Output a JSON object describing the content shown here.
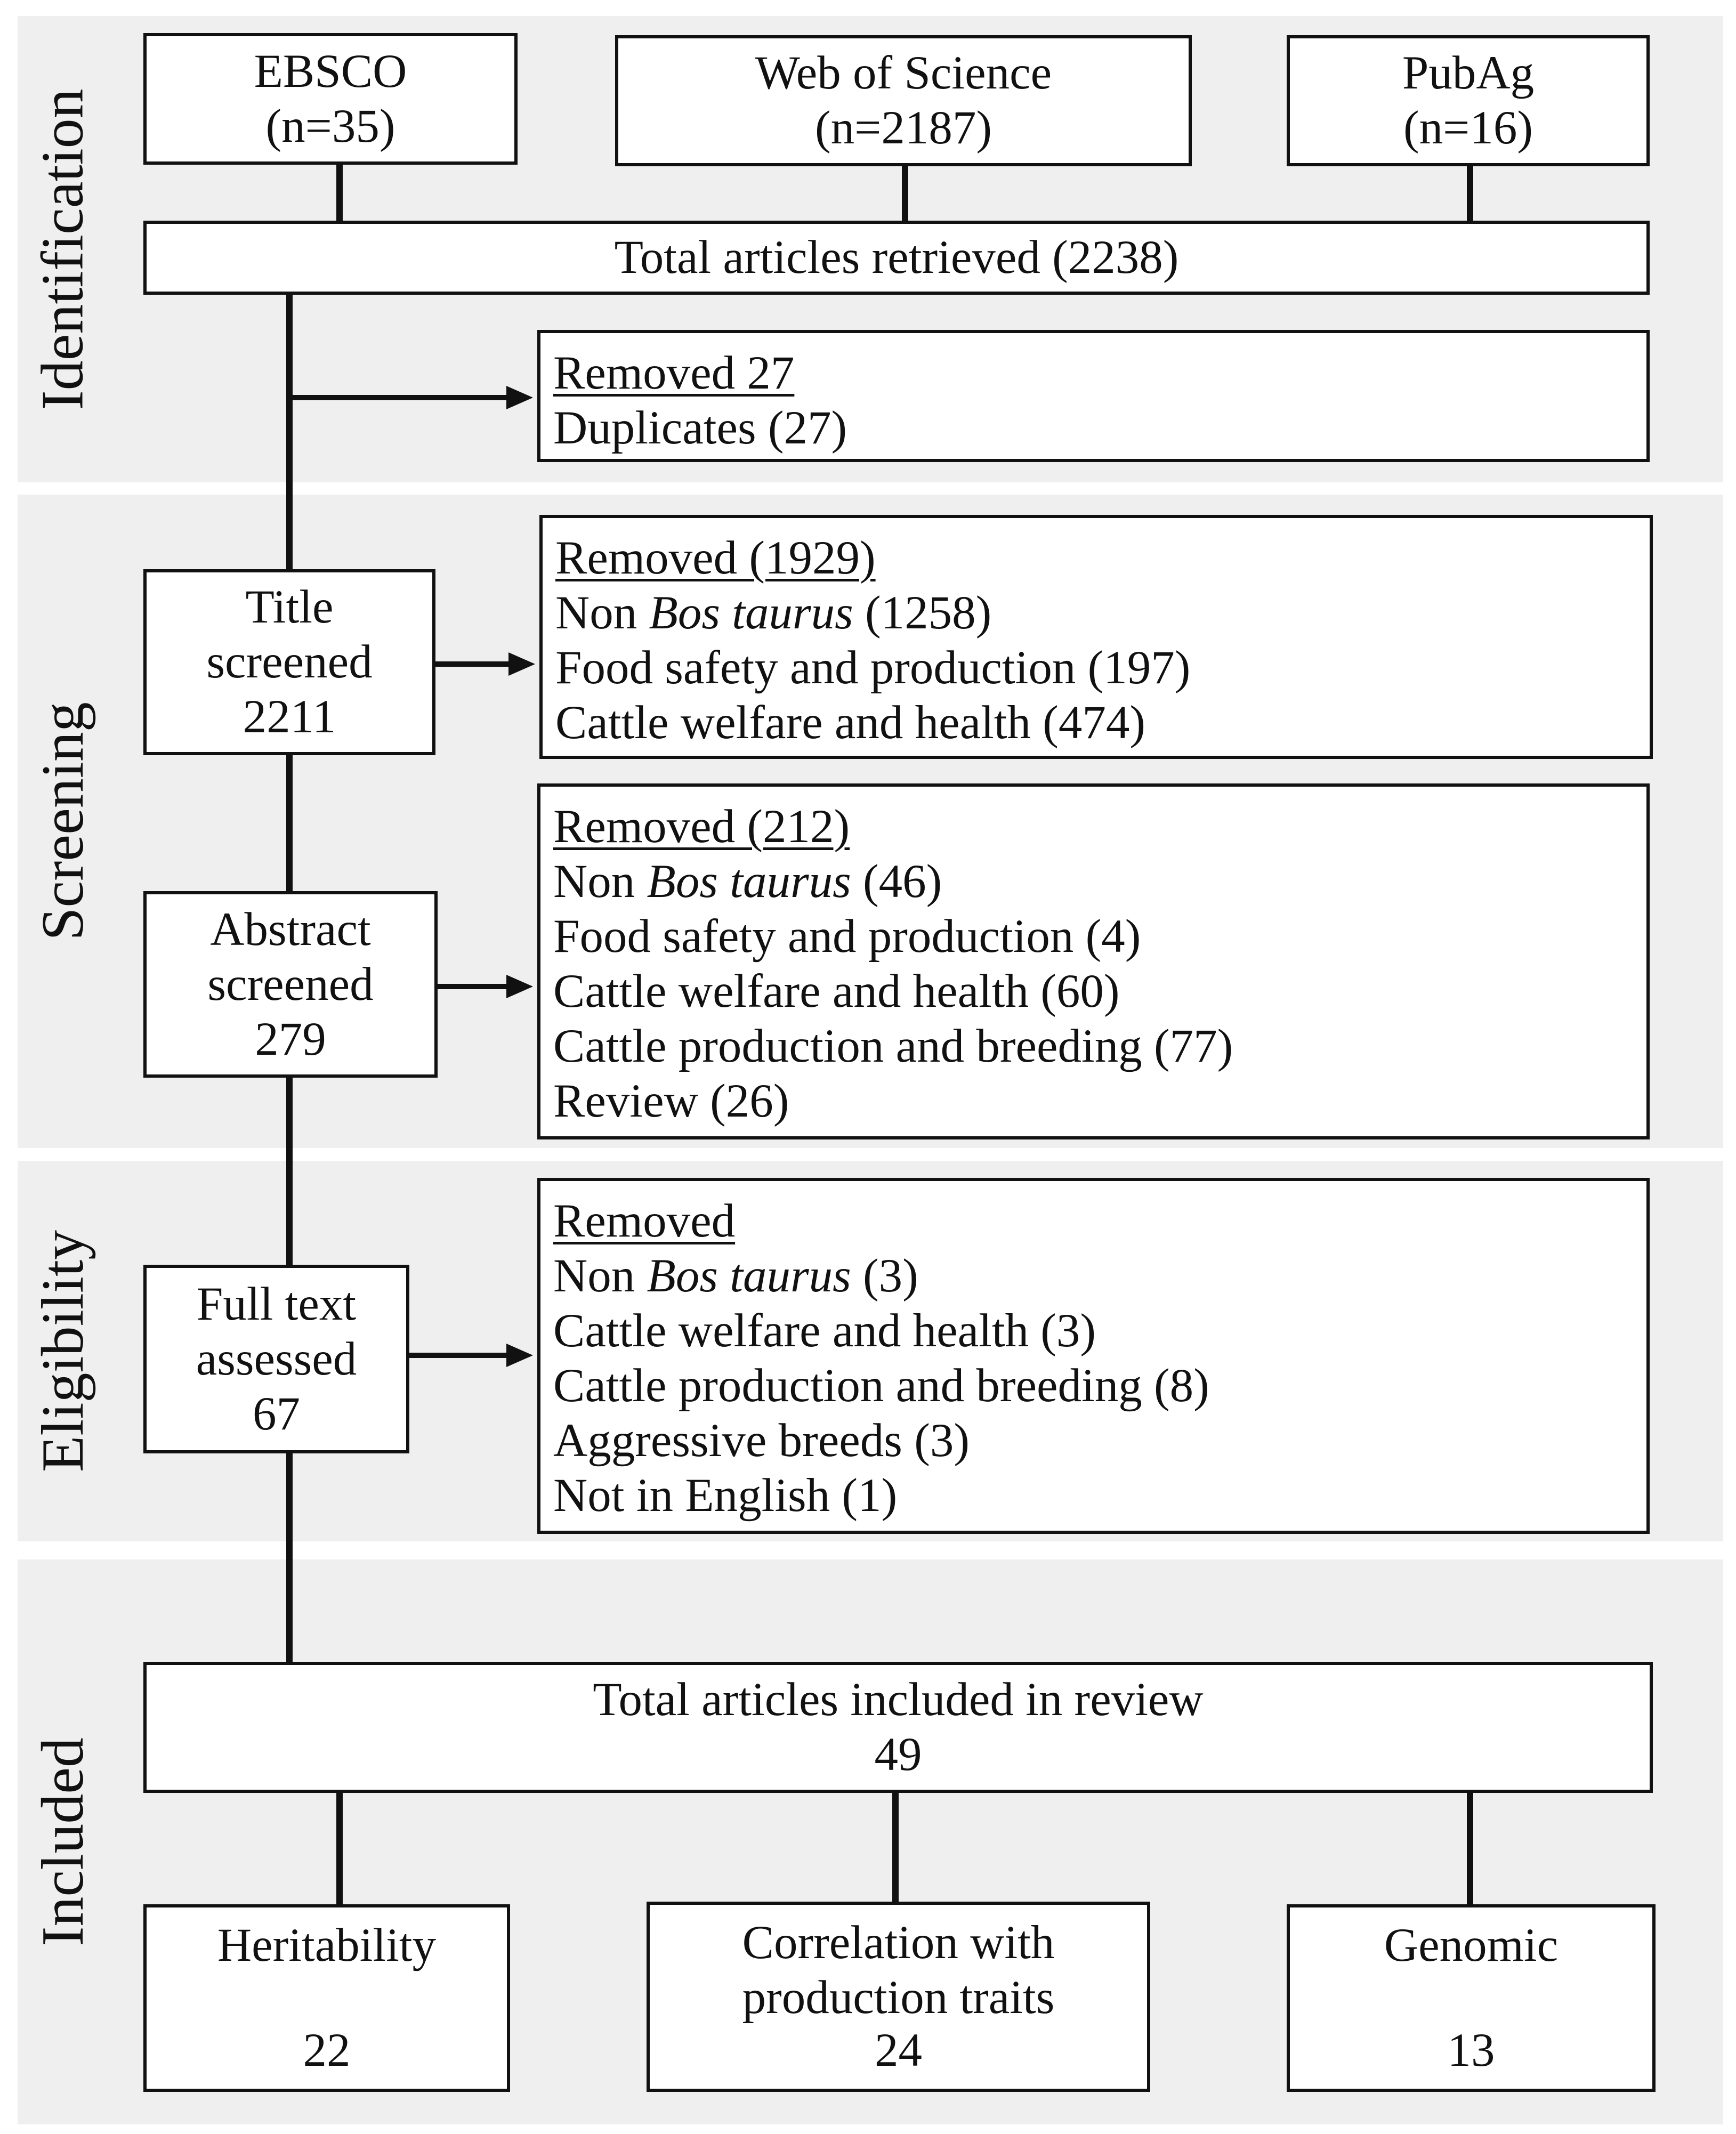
{
  "stages": {
    "identification": "Identification",
    "screening": "Screening",
    "eligibility": "Eligibility",
    "included": "Included"
  },
  "sources": [
    {
      "name": "EBSCO",
      "count": "(n=35)"
    },
    {
      "name": "Web of Science",
      "count": "(n=2187)"
    },
    {
      "name": "PubAg",
      "count": "(n=16)"
    }
  ],
  "total_retrieved": "Total articles retrieved (2238)",
  "duplicates_removed": {
    "heading": "Removed 27",
    "items": [
      "Duplicates (27)"
    ]
  },
  "title_screened": {
    "line1": "Title",
    "line2": "screened",
    "count": "2211"
  },
  "title_removed": {
    "heading": "Removed (1929)",
    "items": [
      {
        "prefix": "Non ",
        "italic": "Bos taurus",
        "suffix": " (1258)"
      },
      {
        "text": "Food safety and production (197)"
      },
      {
        "text": "Cattle welfare and health (474)"
      }
    ]
  },
  "abstract_screened": {
    "line1": "Abstract",
    "line2": "screened",
    "count": "279"
  },
  "abstract_removed": {
    "heading": "Removed (212)",
    "items": [
      {
        "prefix": "Non ",
        "italic": "Bos taurus",
        "suffix": " (46)"
      },
      {
        "text": "Food safety and production (4)"
      },
      {
        "text": "Cattle welfare and health (60)"
      },
      {
        "text": "Cattle production and breeding (77)"
      },
      {
        "text": "Review (26)"
      }
    ]
  },
  "full_text": {
    "line1": "Full text",
    "line2": "assessed",
    "count": "67"
  },
  "full_text_removed": {
    "heading": "Removed",
    "items": [
      {
        "prefix": "Non ",
        "italic": "Bos taurus",
        "suffix": " (3)"
      },
      {
        "text": "Cattle welfare and health (3)"
      },
      {
        "text": "Cattle production and breeding (8)"
      },
      {
        "text": "Aggressive breeds (3)"
      },
      {
        "text": "Not in English (1)"
      }
    ]
  },
  "included_total": {
    "line1": "Total articles included in review",
    "count": "49"
  },
  "categories": [
    {
      "line1": "Heritability",
      "line2": "",
      "count": "22"
    },
    {
      "line1": "Correlation with",
      "line2": "production traits",
      "count": "24"
    },
    {
      "line1": "Genomic",
      "line2": "",
      "count": "13"
    }
  ]
}
